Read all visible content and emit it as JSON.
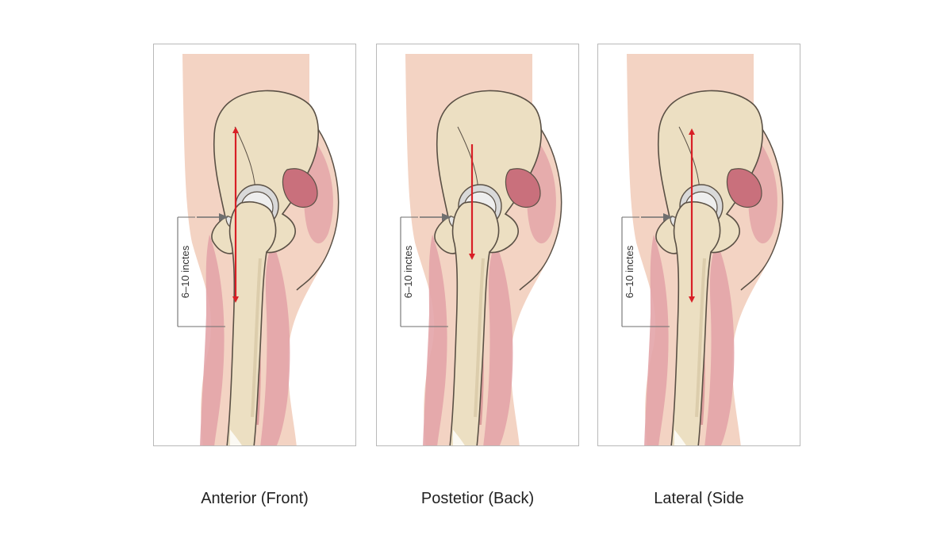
{
  "colors": {
    "skin": "#f3d3c3",
    "bone": "#ecdfc2",
    "bone_shade": "#d8c8a6",
    "outline": "#5a5045",
    "muscle": "#e3a4a8",
    "muscle_dark": "#c9707c",
    "arrow": "#d81f26",
    "pointer": "#6f6f6f"
  },
  "panels": [
    {
      "caption": "Anterior (Front)",
      "measure_label": "6–10 inctes"
    },
    {
      "caption": "Postetior (Back)",
      "measure_label": "6–10 inctes"
    },
    {
      "caption": "Lateral (Side",
      "measure_label": "6–10 inctes"
    }
  ]
}
